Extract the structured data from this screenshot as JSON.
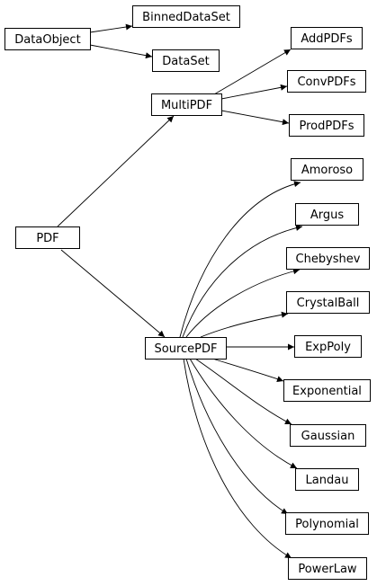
{
  "diagram": {
    "type": "class-inheritance-graph",
    "nodes": {
      "dataobject": "DataObject",
      "binneddataset": "BinnedDataSet",
      "dataset": "DataSet",
      "multipdf": "MultiPDF",
      "addpdfs": "AddPDFs",
      "convpdfs": "ConvPDFs",
      "prodpdfs": "ProdPDFs",
      "pdf": "PDF",
      "sourcepdf": "SourcePDF",
      "amoroso": "Amoroso",
      "argus": "Argus",
      "chebyshev": "Chebyshev",
      "crystalball": "CrystalBall",
      "exppoly": "ExpPoly",
      "exponential": "Exponential",
      "gaussian": "Gaussian",
      "landau": "Landau",
      "polynomial": "Polynomial",
      "powerlaw": "PowerLaw"
    },
    "edges": [
      {
        "from": "dataobject",
        "to": "binneddataset"
      },
      {
        "from": "dataobject",
        "to": "dataset"
      },
      {
        "from": "pdf",
        "to": "multipdf"
      },
      {
        "from": "pdf",
        "to": "sourcepdf"
      },
      {
        "from": "multipdf",
        "to": "addpdfs"
      },
      {
        "from": "multipdf",
        "to": "convpdfs"
      },
      {
        "from": "multipdf",
        "to": "prodpdfs"
      },
      {
        "from": "sourcepdf",
        "to": "amoroso"
      },
      {
        "from": "sourcepdf",
        "to": "argus"
      },
      {
        "from": "sourcepdf",
        "to": "chebyshev"
      },
      {
        "from": "sourcepdf",
        "to": "crystalball"
      },
      {
        "from": "sourcepdf",
        "to": "exppoly"
      },
      {
        "from": "sourcepdf",
        "to": "exponential"
      },
      {
        "from": "sourcepdf",
        "to": "gaussian"
      },
      {
        "from": "sourcepdf",
        "to": "landau"
      },
      {
        "from": "sourcepdf",
        "to": "polynomial"
      },
      {
        "from": "sourcepdf",
        "to": "powerlaw"
      }
    ]
  }
}
